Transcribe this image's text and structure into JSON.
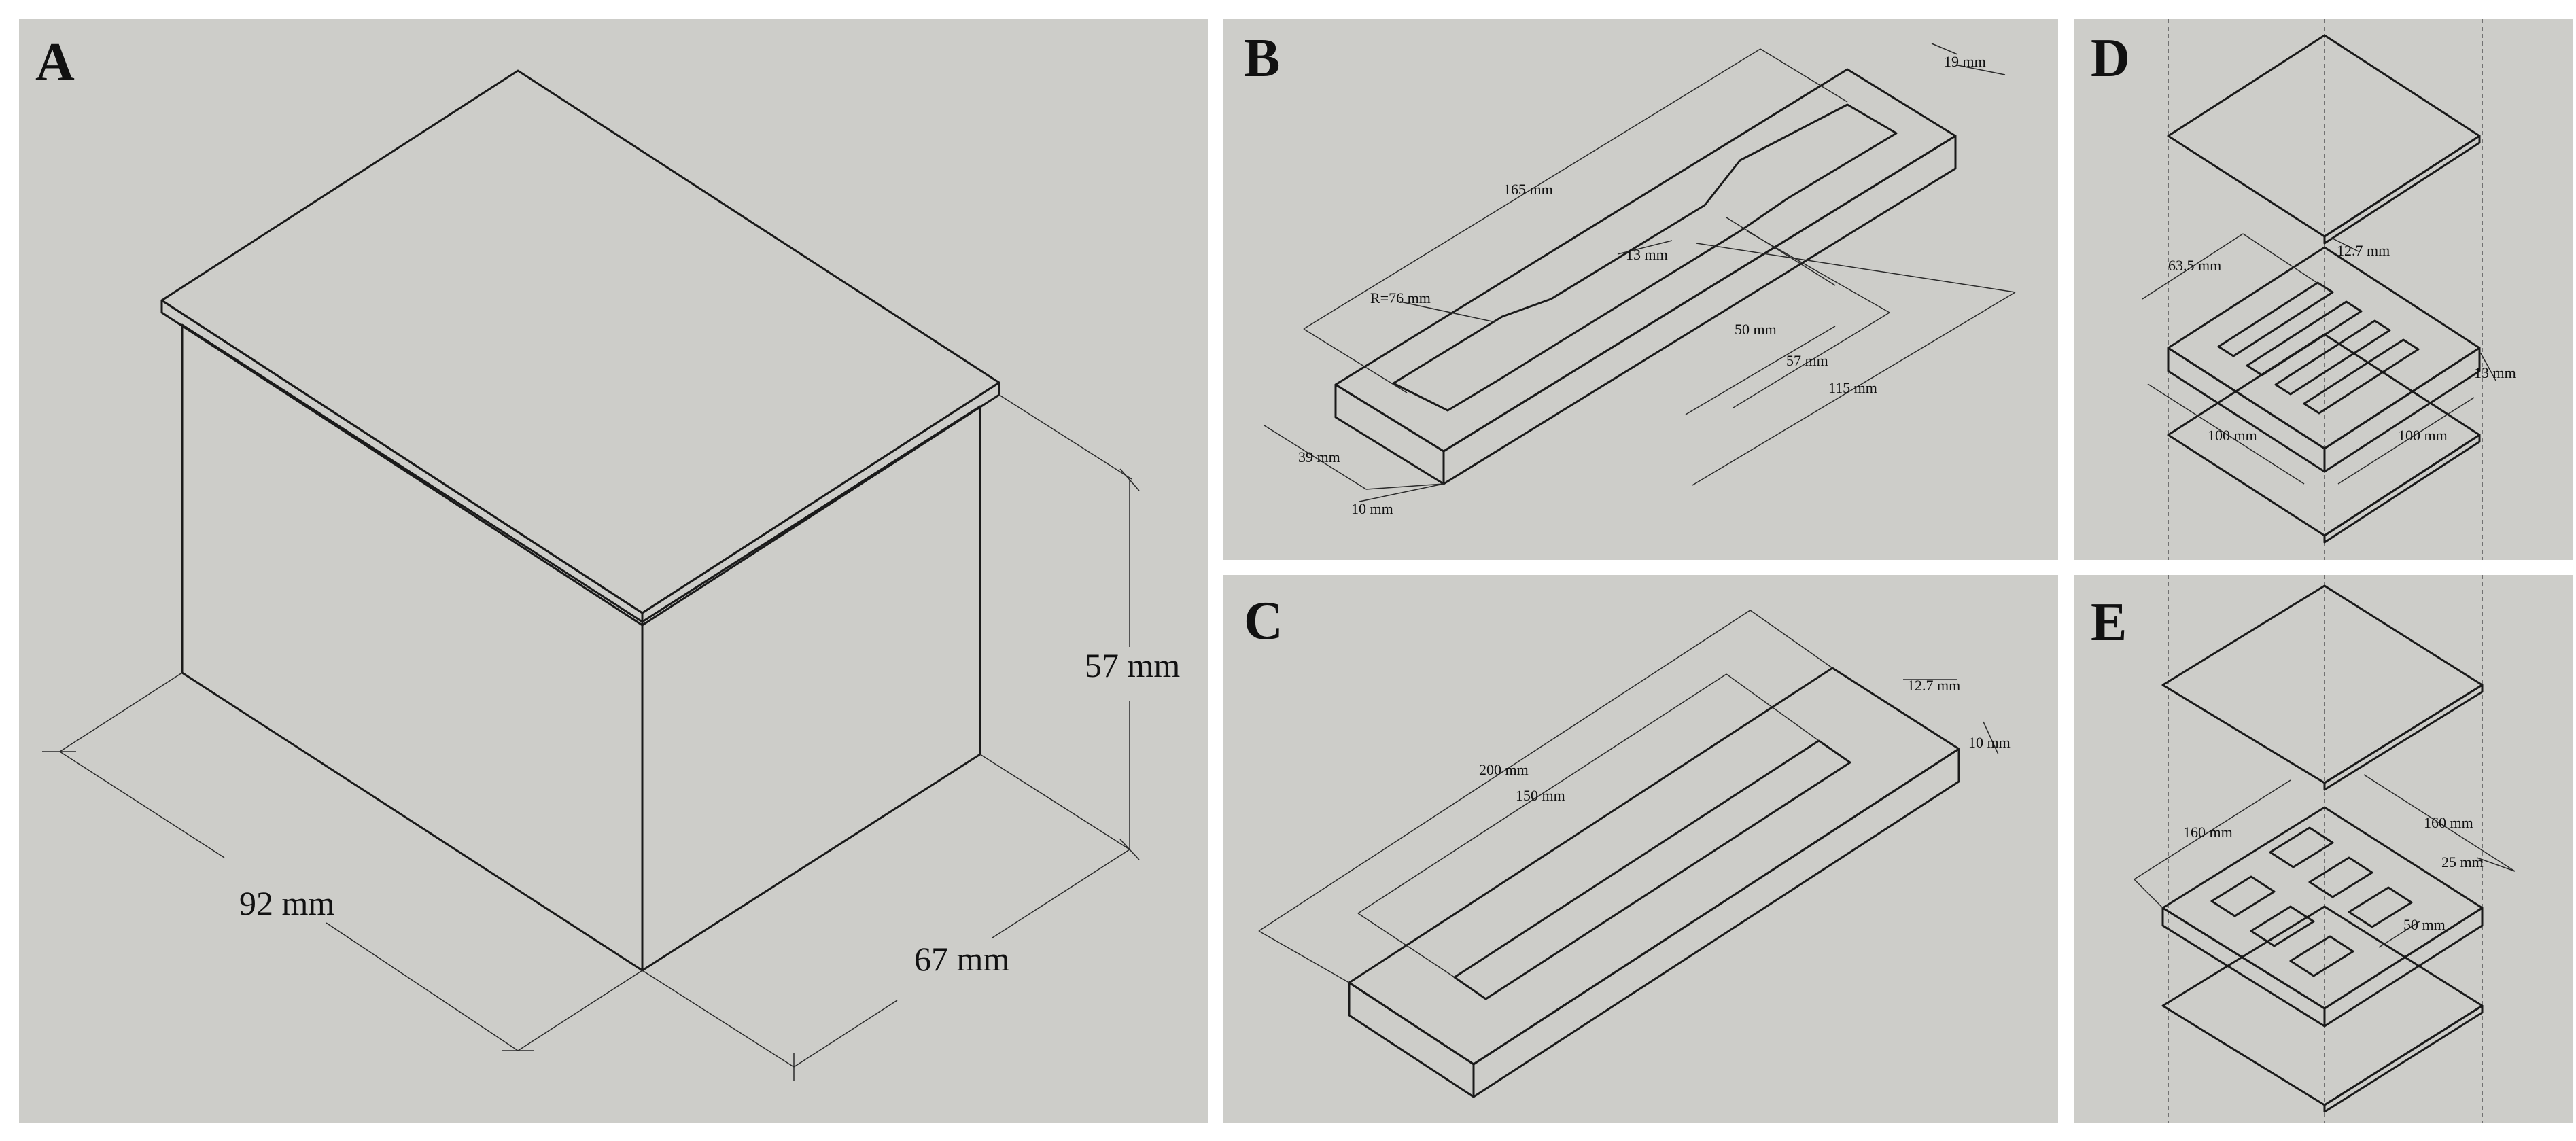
{
  "panels": {
    "A": {
      "letter": "A",
      "dims": [
        "92 mm",
        "67 mm",
        "57 mm"
      ]
    },
    "B": {
      "letter": "B",
      "dims": [
        "165 mm",
        "19 mm",
        "13 mm",
        "R=76 mm",
        "50 mm",
        "57 mm",
        "115 mm",
        "39 mm",
        "10 mm"
      ]
    },
    "C": {
      "letter": "C",
      "dims": [
        "200 mm",
        "150 mm",
        "12.7 mm",
        "10 mm"
      ]
    },
    "D": {
      "letter": "D",
      "dims": [
        "63.5 mm",
        "12.7 mm",
        "100 mm",
        "100 mm",
        "13 mm"
      ]
    },
    "E": {
      "letter": "E",
      "dims": [
        "160 mm",
        "160 mm",
        "25 mm",
        "50 mm"
      ]
    }
  },
  "colors": {
    "panel_bg": "#cdcdc9",
    "face": "#dcdcdb",
    "line": "#1a1a1a"
  }
}
